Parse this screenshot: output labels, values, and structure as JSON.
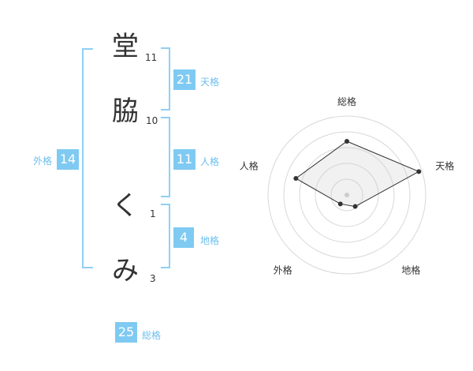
{
  "name": {
    "chars": [
      {
        "char": "堂",
        "strokes": "11"
      },
      {
        "char": "脇",
        "strokes": "10"
      },
      {
        "char": "く",
        "strokes": "1"
      },
      {
        "char": "み",
        "strokes": "3"
      }
    ]
  },
  "fortune": {
    "tenkaku": {
      "value": "21",
      "label": "天格"
    },
    "jinkaku": {
      "value": "11",
      "label": "人格"
    },
    "chikaku": {
      "value": "4",
      "label": "地格"
    },
    "gaikaku": {
      "value": "14",
      "label": "外格"
    },
    "soukaku": {
      "value": "25",
      "label": "総格"
    }
  },
  "colors": {
    "accent": "#7fcaf2",
    "bracket": "#8fd0f5",
    "label": "#6cbfee"
  },
  "chart_data": {
    "type": "radar",
    "axes": [
      "総格",
      "天格",
      "地格",
      "外格",
      "人格"
    ],
    "values": [
      3.4,
      4.8,
      0.9,
      0.7,
      3.4
    ],
    "max": 5,
    "rings": 5
  }
}
